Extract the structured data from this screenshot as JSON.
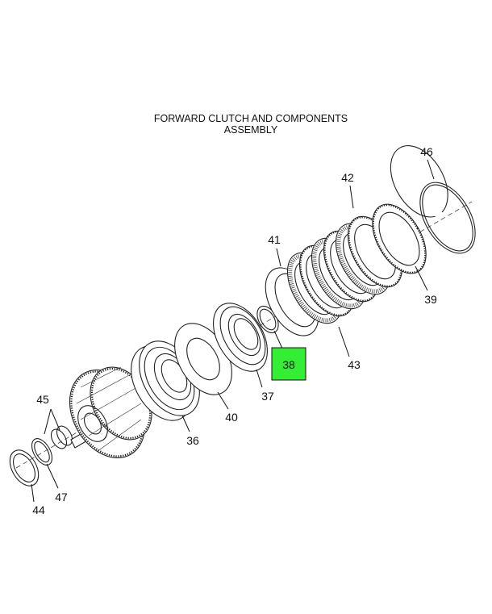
{
  "title": {
    "line1": "FORWARD CLUTCH AND COMPONENTS",
    "line2": "ASSEMBLY"
  },
  "highlight_color": "#33ee33",
  "callouts": {
    "c36": "36",
    "c37": "37",
    "c38": "38",
    "c39": "39",
    "c40": "40",
    "c41": "41",
    "c42": "42",
    "c43": "43",
    "c44": "44",
    "c45": "45",
    "c46": "46",
    "c47": "47"
  },
  "highlighted_callout": "38"
}
